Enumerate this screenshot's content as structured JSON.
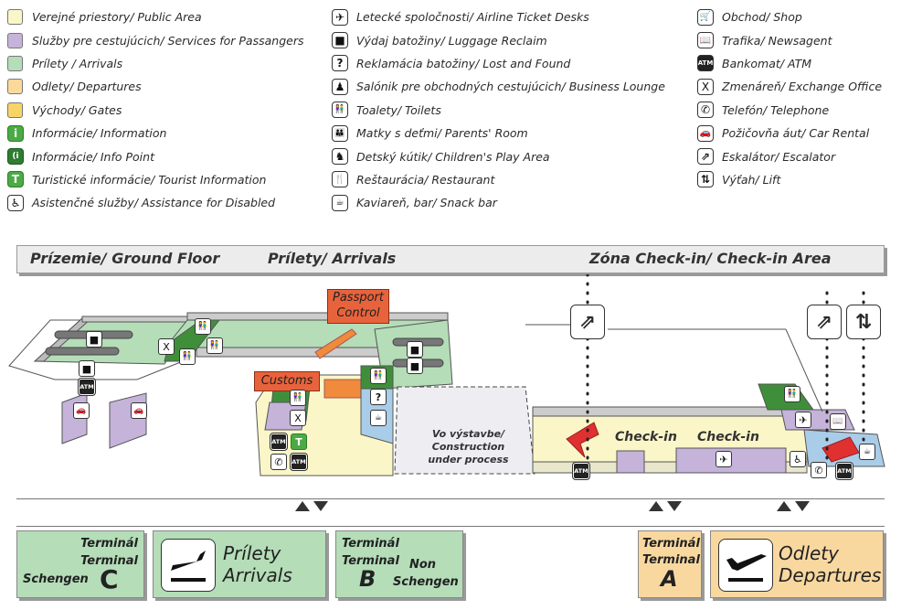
{
  "legend": {
    "areas": [
      {
        "label": "Verejné priestory/ Public Area",
        "color": "#fbf6c8"
      },
      {
        "label": "Služby pre cestujúcich/ Services for Passangers",
        "color": "#c5b3da"
      },
      {
        "label": "Prílety / Arrivals",
        "color": "#b4ddb8"
      },
      {
        "label": "Odlety/ Departures",
        "color": "#fbd99a"
      },
      {
        "label": "Východy/ Gates",
        "color": "#f7d466"
      }
    ],
    "info": [
      {
        "label": "Informácie/ Information",
        "icon": "information-icon",
        "glyph": "i"
      },
      {
        "label": "Informácie/ Info Point",
        "icon": "info-point-icon",
        "glyph": "(i"
      },
      {
        "label": "Turistické informácie/ Tourist Information",
        "icon": "tourist-information-icon",
        "glyph": "T"
      },
      {
        "label": "Asistenčné služby/ Assistance for Disabled",
        "icon": "wheelchair-icon",
        "glyph": "♿"
      }
    ],
    "services": [
      {
        "label": "Letecké spoločnosti/ Airline Ticket Desks",
        "icon": "airplane-icon",
        "glyph": "✈"
      },
      {
        "label": "Výdaj batožiny/ Luggage Reclaim",
        "icon": "luggage-icon",
        "glyph": "■"
      },
      {
        "label": "Reklamácia batožiny/ Lost and Found",
        "icon": "lost-found-icon",
        "glyph": "?"
      },
      {
        "label": "Salónik pre obchodných cestujúcich/ Business Lounge",
        "icon": "business-lounge-icon",
        "glyph": "♟"
      },
      {
        "label": "Toalety/ Toilets",
        "icon": "toilets-icon",
        "glyph": "👫"
      },
      {
        "label": "Matky s deťmi/ Parents' Room",
        "icon": "parents-room-icon",
        "glyph": "👪"
      },
      {
        "label": "Detský kútik/ Children's Play Area",
        "icon": "rocking-horse-icon",
        "glyph": "♞"
      },
      {
        "label": "Reštaurácia/ Restaurant",
        "icon": "restaurant-icon",
        "glyph": "🍴"
      },
      {
        "label": "Kaviareň, bar/ Snack bar",
        "icon": "coffee-cup-icon",
        "glyph": "☕"
      }
    ],
    "facilities": [
      {
        "label": "Obchod/ Shop",
        "icon": "shopping-cart-icon",
        "glyph": "🛒"
      },
      {
        "label": "Trafika/ Newsagent",
        "icon": "book-icon",
        "glyph": "📖"
      },
      {
        "label": "Bankomat/ ATM",
        "icon": "atm-icon",
        "glyph": "ATM"
      },
      {
        "label": "Zmenáreň/ Exchange Office",
        "icon": "exchange-icon",
        "glyph": "X"
      },
      {
        "label": "Telefón/ Telephone",
        "icon": "telephone-icon",
        "glyph": "✆"
      },
      {
        "label": "Požičovňa áut/ Car Rental",
        "icon": "car-rental-icon",
        "glyph": "🚗"
      },
      {
        "label": "Eskalátor/ Escalator",
        "icon": "escalator-icon",
        "glyph": "⇗"
      },
      {
        "label": "Výťah/ Lift",
        "icon": "lift-icon",
        "glyph": "⇅"
      }
    ]
  },
  "banner": {
    "floor": "Prízemie/ Ground Floor",
    "arrivals": "Prílety/ Arrivals",
    "checkin": "Zóna Check-in/ Check-in Area"
  },
  "map": {
    "passport_control": "Passport Control",
    "customs": "Customs",
    "construction": "Vo výstavbe/ Construction under process",
    "checkin_1": "Check-in",
    "checkin_2": "Check-in",
    "atm": "ATM"
  },
  "terminals": {
    "c": {
      "line1": "Terminál",
      "line2": "Terminal",
      "letter": "C",
      "zone": "Schengen"
    },
    "arrivals": {
      "line1": "Prílety",
      "line2": "Arrivals"
    },
    "b": {
      "line1": "Terminál",
      "line2": "Terminal",
      "letter": "B",
      "zone1": "Non",
      "zone2": "Schengen"
    },
    "a": {
      "line1": "Terminál",
      "line2": "Terminal",
      "letter": "A"
    },
    "departures": {
      "line1": "Odlety",
      "line2": "Departures"
    }
  }
}
